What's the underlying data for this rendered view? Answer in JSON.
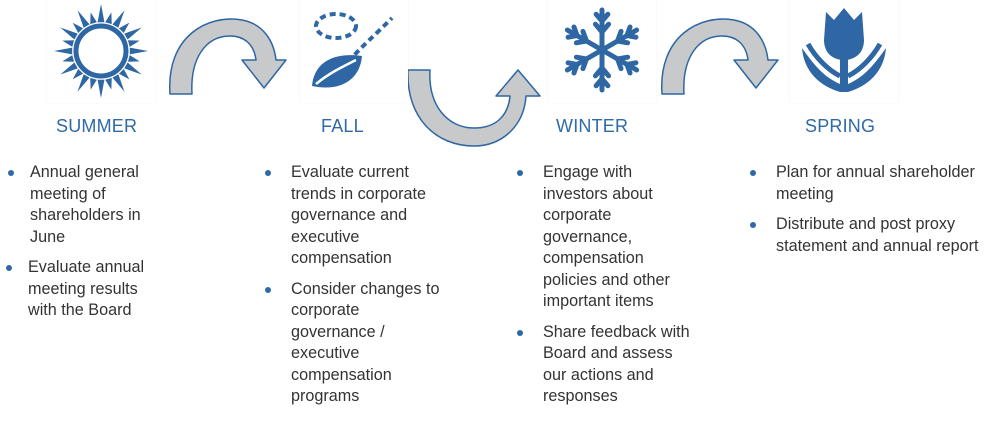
{
  "seasons": [
    {
      "name": "SUMMER",
      "icon": "sun-icon",
      "items": [
        "Annual general meeting of shareholders in June",
        "Evaluate annual meeting results with the Board"
      ]
    },
    {
      "name": "FALL",
      "icon": "leaf-icon",
      "items": [
        "Evaluate current trends in corporate governance and executive compensation",
        "Consider changes to corporate governance / executive compensation programs"
      ]
    },
    {
      "name": "WINTER",
      "icon": "snowflake-icon",
      "items": [
        "Engage with investors about corporate governance, compensation policies and other important items",
        "Share feedback with Board and assess our actions and responses"
      ]
    },
    {
      "name": "SPRING",
      "icon": "tulip-icon",
      "items": [
        "Plan for annual shareholder meeting",
        "Distribute and post proxy statement and annual report"
      ]
    }
  ],
  "colors": {
    "accent": "#2e6aa6",
    "icon_fill": "#2e67a3",
    "arrow_fill": "#c7c9cb",
    "arrow_stroke": "#2e67a3",
    "text": "#333333"
  }
}
